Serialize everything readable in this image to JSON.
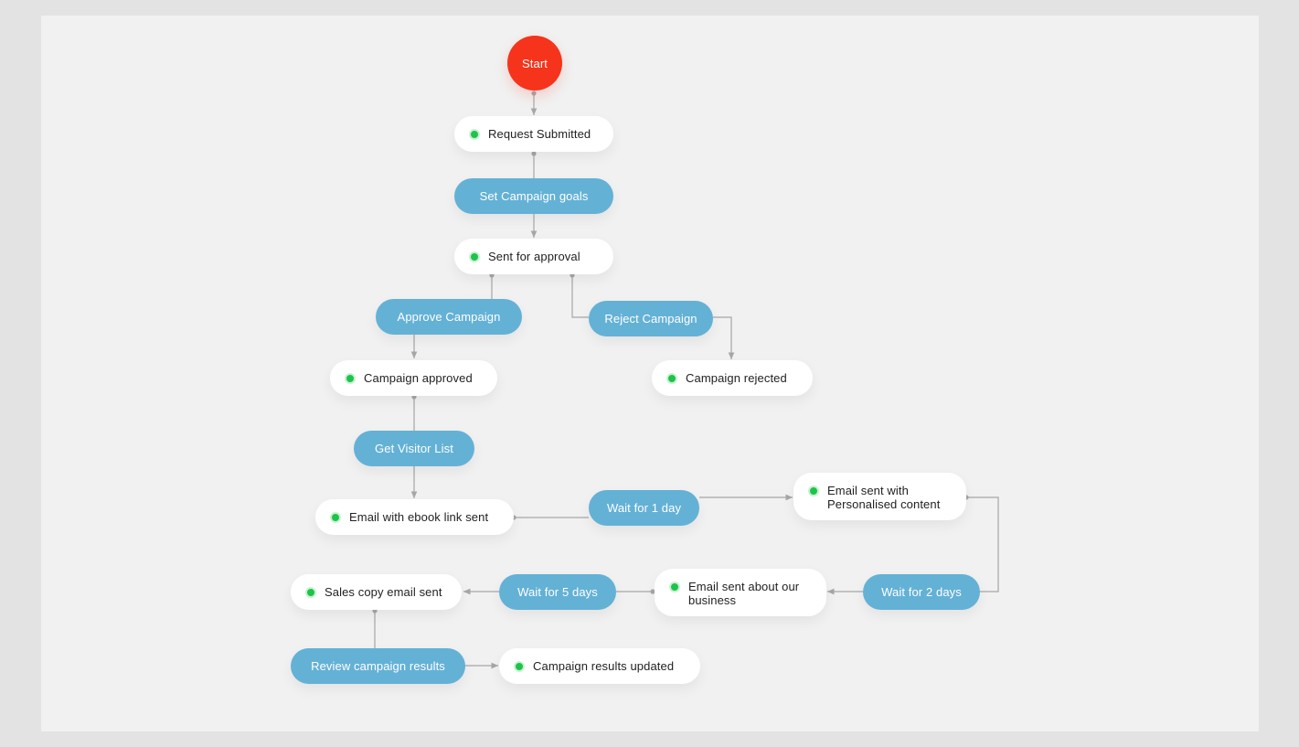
{
  "start": {
    "label": "Start"
  },
  "states": {
    "request_submitted": "Request Submitted",
    "sent_for_approval": "Sent for approval",
    "campaign_approved": "Campaign approved",
    "campaign_rejected": "Campaign rejected",
    "email_ebook_sent": "Email with ebook link sent",
    "email_personalised": "Email sent with\nPersonalised content",
    "email_business": "Email sent about our\nbusiness",
    "sales_copy_sent": "Sales copy email sent",
    "results_updated": "Campaign results updated"
  },
  "actions": {
    "set_goals": "Set Campaign goals",
    "approve": "Approve Campaign",
    "reject": "Reject Campaign",
    "get_visitors": "Get Visitor List",
    "wait_1": "Wait for 1 day",
    "wait_2": "Wait for 2 days",
    "wait_5": "Wait for 5 days",
    "review": "Review campaign results"
  },
  "colors": {
    "start": "#f6331b",
    "action": "#64b1d6",
    "state": "#ffffff",
    "status_dot": "#1ec34b",
    "connector": "#a6a6a6",
    "canvas": "#f1f1f1",
    "background": "#e3e3e3"
  }
}
